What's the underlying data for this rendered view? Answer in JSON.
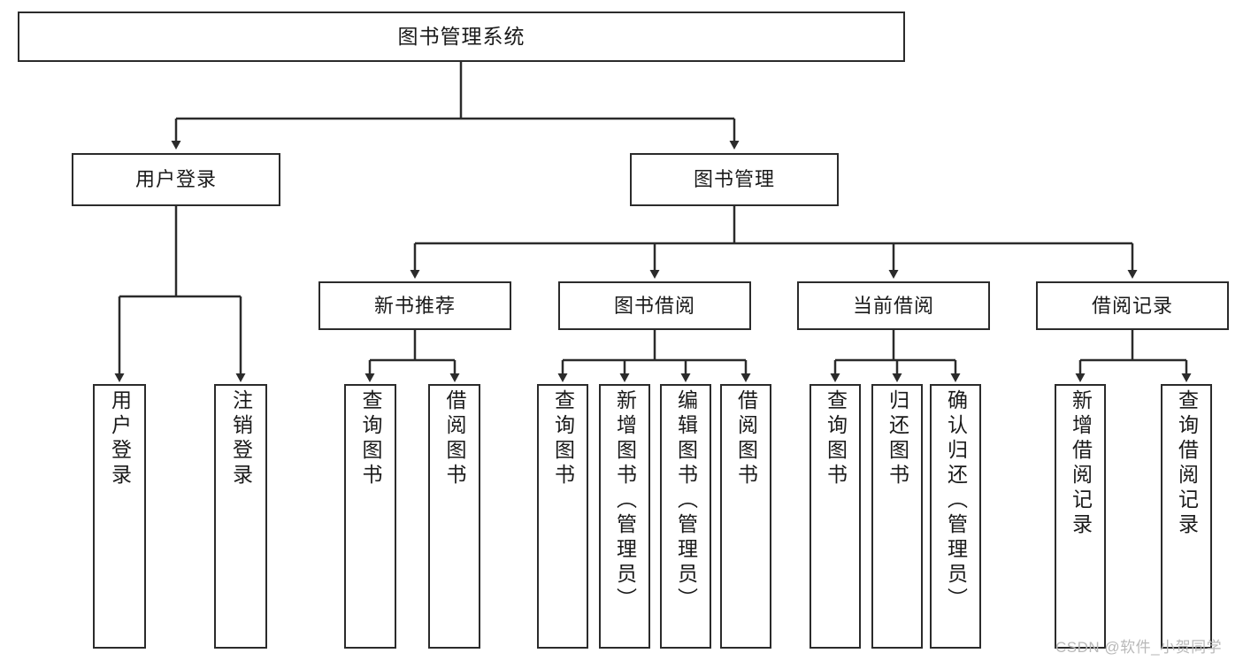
{
  "diagram": {
    "title": "图书管理系统",
    "root": {
      "label": "图书管理系统"
    },
    "level1": [
      {
        "label": "用户登录"
      },
      {
        "label": "图书管理"
      }
    ],
    "level2": [
      {
        "label": "新书推荐"
      },
      {
        "label": "图书借阅"
      },
      {
        "label": "当前借阅"
      },
      {
        "label": "借阅记录"
      }
    ],
    "leaves": {
      "user_login": [
        {
          "label": "用户登录"
        },
        {
          "label": "注销登录"
        }
      ],
      "new_book_recommend": [
        {
          "label": "查询图书"
        },
        {
          "label": "借阅图书"
        }
      ],
      "book_borrow": [
        {
          "label": "查询图书"
        },
        {
          "label": "新增图书（管理员）"
        },
        {
          "label": "编辑图书（管理员）"
        },
        {
          "label": "借阅图书"
        }
      ],
      "current_borrow": [
        {
          "label": "查询图书"
        },
        {
          "label": "归还图书"
        },
        {
          "label": "确认归还（管理员）"
        }
      ],
      "borrow_record": [
        {
          "label": "新增借阅记录"
        },
        {
          "label": "查询借阅记录"
        }
      ]
    }
  },
  "watermark": {
    "text": "CSDN @软件_小贺同学"
  },
  "colors": {
    "border": "#2b2b2b",
    "background": "#ffffff",
    "text": "#1a1a1a",
    "watermark": "#b9b9b9"
  }
}
